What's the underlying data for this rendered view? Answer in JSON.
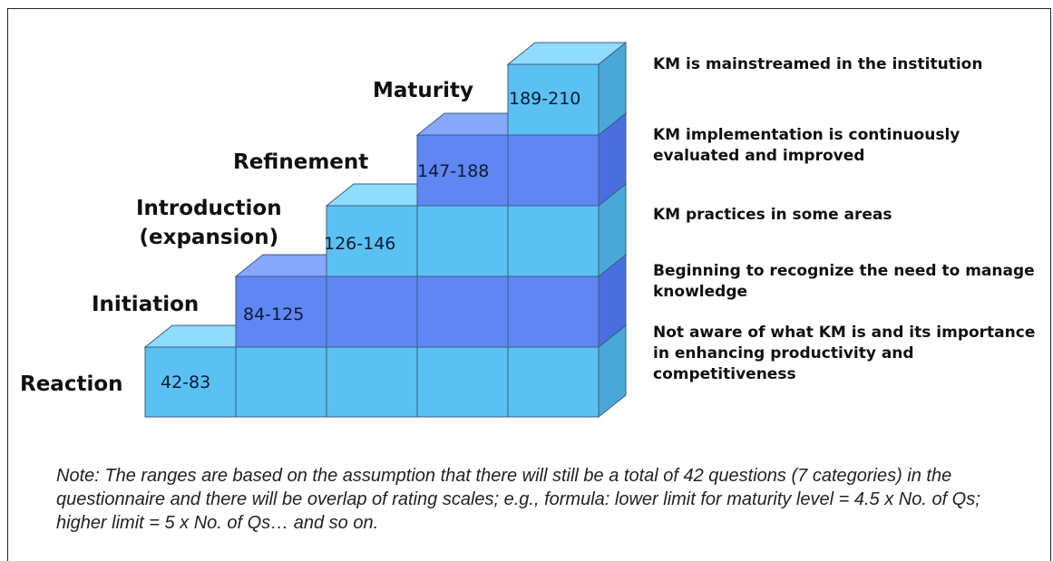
{
  "levels": [
    {
      "name": "Reaction",
      "range": "42-83"
    },
    {
      "name": "Initiation",
      "range": "84-125"
    },
    {
      "name_line1": "Introduction",
      "name_line2": "(expansion)",
      "range": "126-146"
    },
    {
      "name": "Refinement",
      "range": "147-188"
    },
    {
      "name": "Maturity",
      "range": "189-210"
    }
  ],
  "descriptions": [
    "Not aware of what KM is and its importance in enhancing productivity and competitiveness",
    "Beginning to recognize the need to manage knowledge",
    "KM practices in some areas",
    "KM implementation is continuously evaluated and improved",
    "KM is mainstreamed in the institution"
  ],
  "note": "Note: The ranges are based on the assumption that there will still be a total of 42 questions (7 categories) in the questionnaire and there will be overlap of rating scales; e.g., formula: lower limit for maturity level = 4.5 x No. of Qs; higher limit = 5 x No. of Qs… and so on.",
  "colors": {
    "light_front": "#5bc1f3",
    "light_top": "#8fdcff",
    "light_side": "#4aa8d9",
    "dark_front": "#5f86f3",
    "dark_top": "#86a8fb",
    "dark_side": "#4b6ede",
    "edge": "#3c5d80"
  }
}
